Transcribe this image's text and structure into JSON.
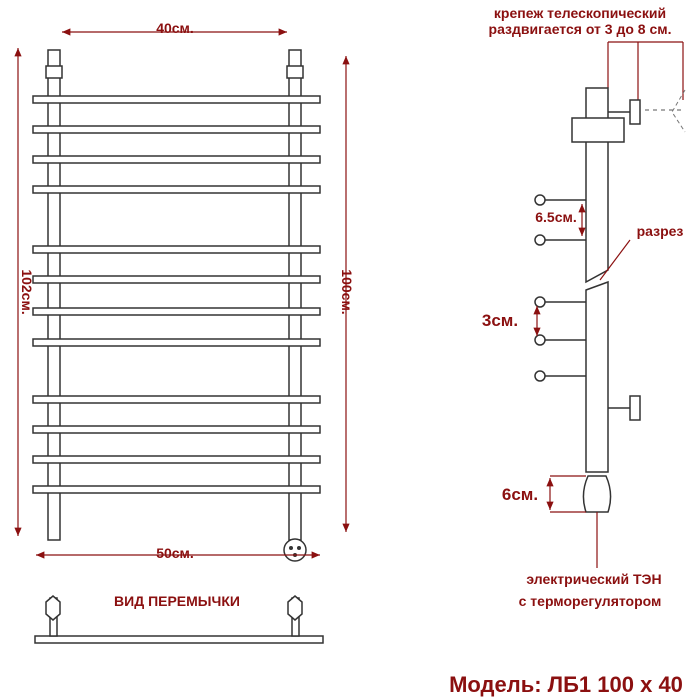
{
  "front_view": {
    "width_top": "40см.",
    "width_bottom": "50см.",
    "height_total": "102см.",
    "height_inner": "100см."
  },
  "jumper_view_label": "ВИД ПЕРЕМЫЧКИ",
  "side_view": {
    "mount_line1": "крепеж телескопический",
    "mount_line2": "раздвигается от 3 до 8 см.",
    "spacing_pair": "6.5см.",
    "cut_label": "разрез",
    "spacing_bar": "3см.",
    "heater_size": "6см.",
    "heater_line1": "электрический   ТЭН",
    "heater_line2": "с терморегулятором"
  },
  "model": "Модель: ЛБ1 100 х 40"
}
